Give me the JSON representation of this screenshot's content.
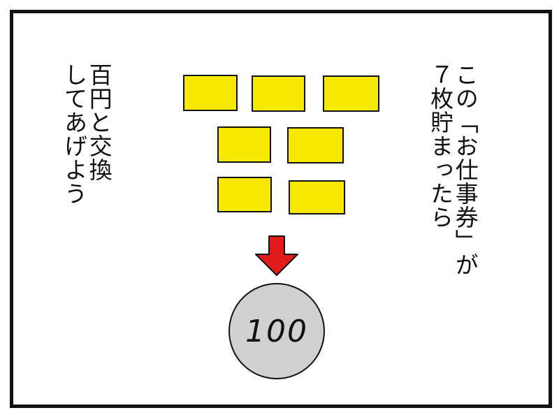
{
  "caption": {
    "right_lines": "この「お仕事券」が\n７枚貯まったら",
    "left_lines": "百円と交換\nしてあげよう"
  },
  "illustration": {
    "ticket_color": "#f7ea00",
    "ticket_count": 7,
    "arrow_color": "#e01b1b",
    "coin_color": "#d0d0d0",
    "coin_value": "100"
  }
}
